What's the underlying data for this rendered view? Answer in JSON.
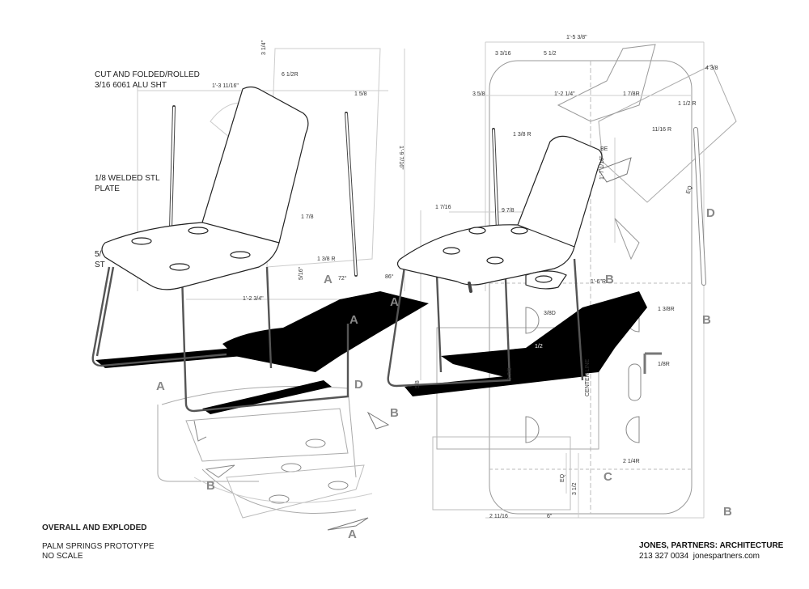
{
  "notes": {
    "cut_folded": "CUT AND FOLDED/ROLLED\n3/16 6061 ALU SHT",
    "welded_plate": "1/8 WELDED STL\nPLATE",
    "partial_note": "5/\nST"
  },
  "title_block": {
    "view_title": "OVERALL AND EXPLODED",
    "project": "PALM SPRINGS PROTOTYPE",
    "scale": "NO SCALE",
    "firm_name": "JONES, PARTNERS: ARCHITECTURE",
    "firm_phone": "213 327 0034",
    "firm_web": "jonespartners.com"
  },
  "dimensions": [
    "1'-5 3/8\"",
    "3 3/16",
    "5 1/2",
    "6 1/2R",
    "3 1/4\"",
    "1'-3 11/16\"",
    "1 5/8",
    "1'-2 1/4\"",
    "1 7/8R",
    "3 5/8",
    "4 3/8",
    "1 1/2 R",
    "1 3/8 R",
    "11/16 R",
    "1'-9 7/16\"",
    "1'-7 1/16\"",
    "1 7/16",
    "9 7/8",
    "1 7/8",
    "1 3/8 R",
    "72°",
    "86°",
    "5/16\"",
    "1'-2 3/4\"",
    "1'-6\"R",
    "3/8D",
    "1 3/8R",
    "1/2",
    "1/8R",
    "9 7/8",
    "5/8",
    "2 1/4R",
    "2 11/16",
    "6\"",
    "3 1/2",
    "EQ",
    "EQ",
    "CENTER LINE",
    "BE"
  ],
  "callouts": [
    "A",
    "A",
    "A",
    "A",
    "A",
    "B",
    "B",
    "B",
    "B",
    "B",
    "B",
    "C",
    "D",
    "D"
  ]
}
